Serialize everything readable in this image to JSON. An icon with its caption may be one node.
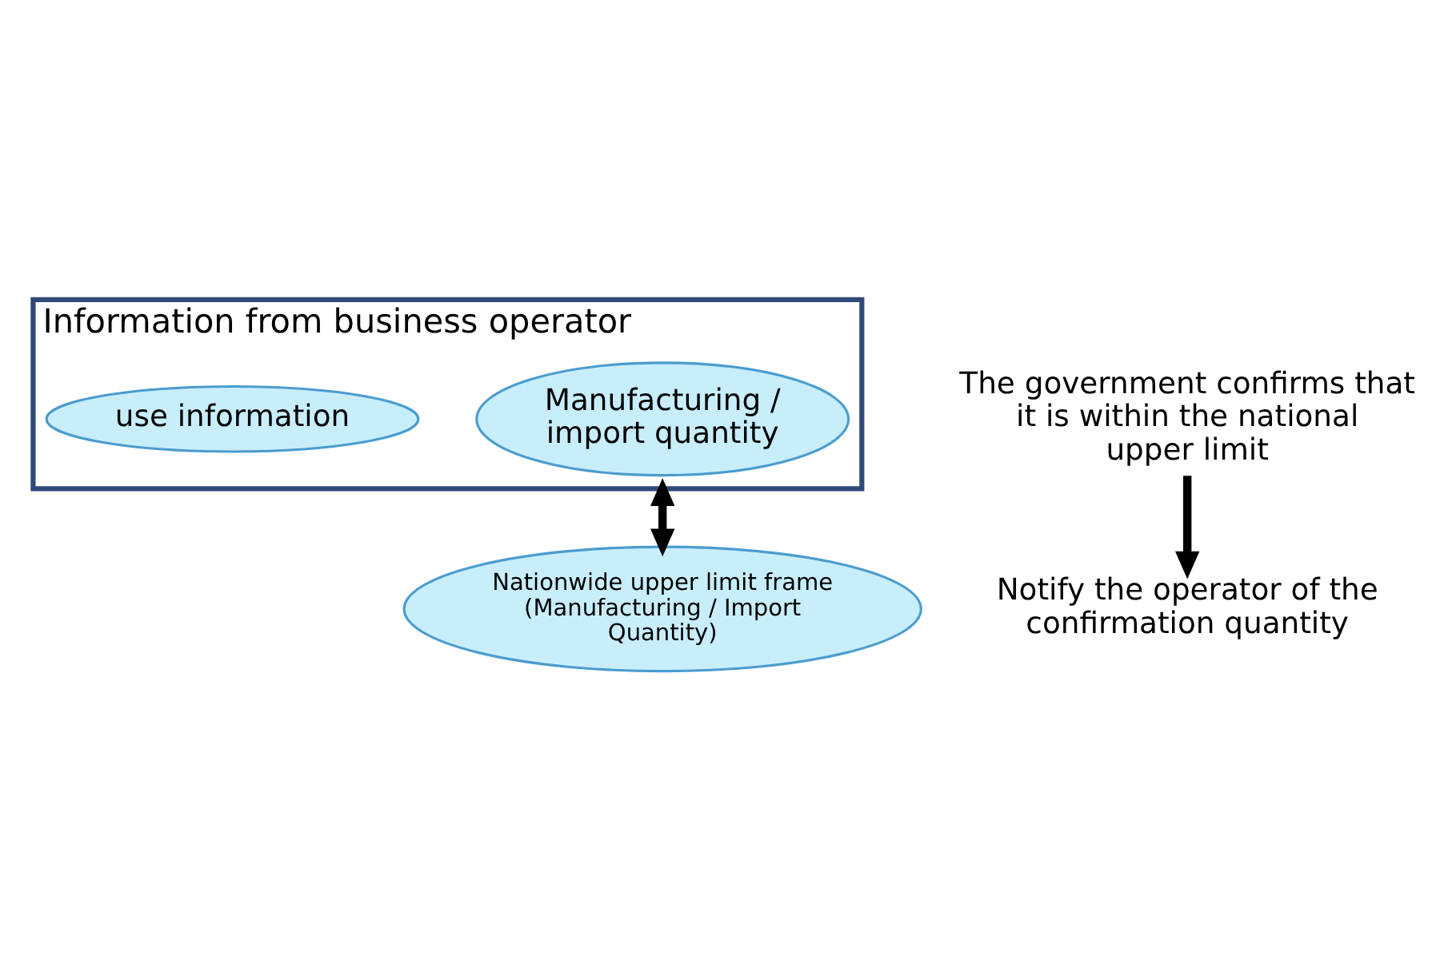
{
  "diagram": {
    "nodes": [
      {
        "text": [
          "Information from business operator"
        ]
      },
      {
        "text": [
          "Manufacturing / import quantity"
        ],
        "in": 0
      },
      {
        "text": [
          "use information"
        ],
        "in": 0
      },
      {
        "text": [
          "Nationwide upper limit frame (Manufacturing / Import Quantity)"
        ]
      },
      {
        "text": [
          "The government confirms that it is within the national upper limit"
        ]
      },
      {
        "text": [
          "Notify the operator of the confirmation quantity"
        ]
      }
    ],
    "edges": [
      {
        "from": 0,
        "to": 3,
        "arrow": "both"
      },
      {
        "from": 4,
        "to": 5,
        "arrow": "to"
      }
    ]
  }
}
